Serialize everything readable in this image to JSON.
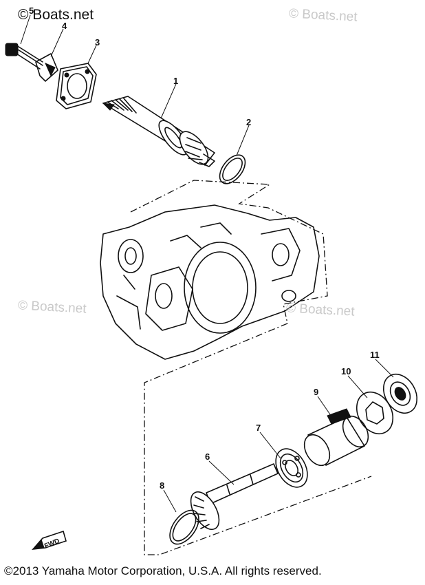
{
  "watermarks": {
    "top_left": "© Boats.net",
    "top_right": "© Boats.net",
    "mid_left": "© Boats.net",
    "mid_right": "© Boats.net"
  },
  "callouts": {
    "c1": "1",
    "c2": "2",
    "c3": "3",
    "c4": "4",
    "c5": "5",
    "c6": "6",
    "c7": "7",
    "c8": "8",
    "c9": "9",
    "c10": "10",
    "c11": "11"
  },
  "fwd_label": "FWD",
  "copyright": "©2013 Yamaha Motor Corporation, U.S.A. All rights reserved."
}
